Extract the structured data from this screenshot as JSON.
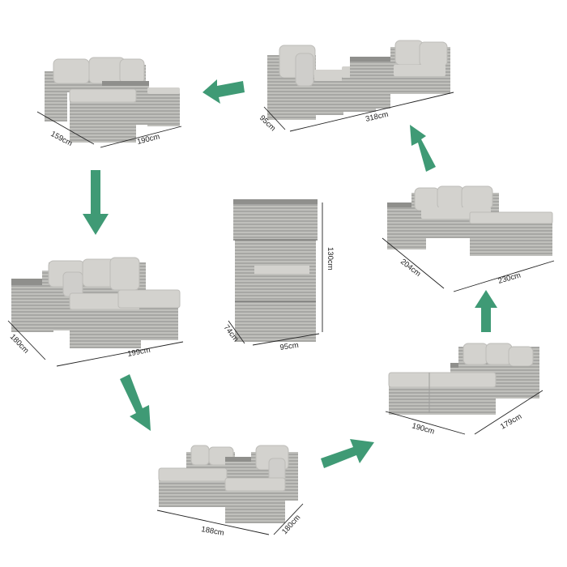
{
  "colors": {
    "arrow": "#3f9a75",
    "wicker_light": "#b7b7b4",
    "wicker_dark": "#8f8f8c",
    "cushion": "#d3d2ce",
    "cushion_shade": "#bdbcb8"
  },
  "configurations": [
    {
      "id": "config-1",
      "depth": "159cm",
      "width": "190cm"
    },
    {
      "id": "config-2",
      "depth": "95cm",
      "width": "318cm"
    },
    {
      "id": "config-3",
      "depth": "180cm",
      "width": "199cm"
    },
    {
      "id": "config-4",
      "height": "130cm",
      "depth": "74cm",
      "width": "95cm"
    },
    {
      "id": "config-5",
      "depth": "204cm",
      "width": "230cm"
    },
    {
      "id": "config-6",
      "width": "190cm",
      "depth": "179cm"
    },
    {
      "id": "config-7",
      "width": "188cm",
      "depth": "180cm"
    }
  ],
  "arrows": [
    {
      "id": "arrow-a",
      "direction": "left"
    },
    {
      "id": "arrow-b",
      "direction": "down"
    },
    {
      "id": "arrow-c",
      "direction": "down-right"
    },
    {
      "id": "arrow-d",
      "direction": "up-right"
    },
    {
      "id": "arrow-e",
      "direction": "up"
    },
    {
      "id": "arrow-f",
      "direction": "up-left"
    }
  ]
}
